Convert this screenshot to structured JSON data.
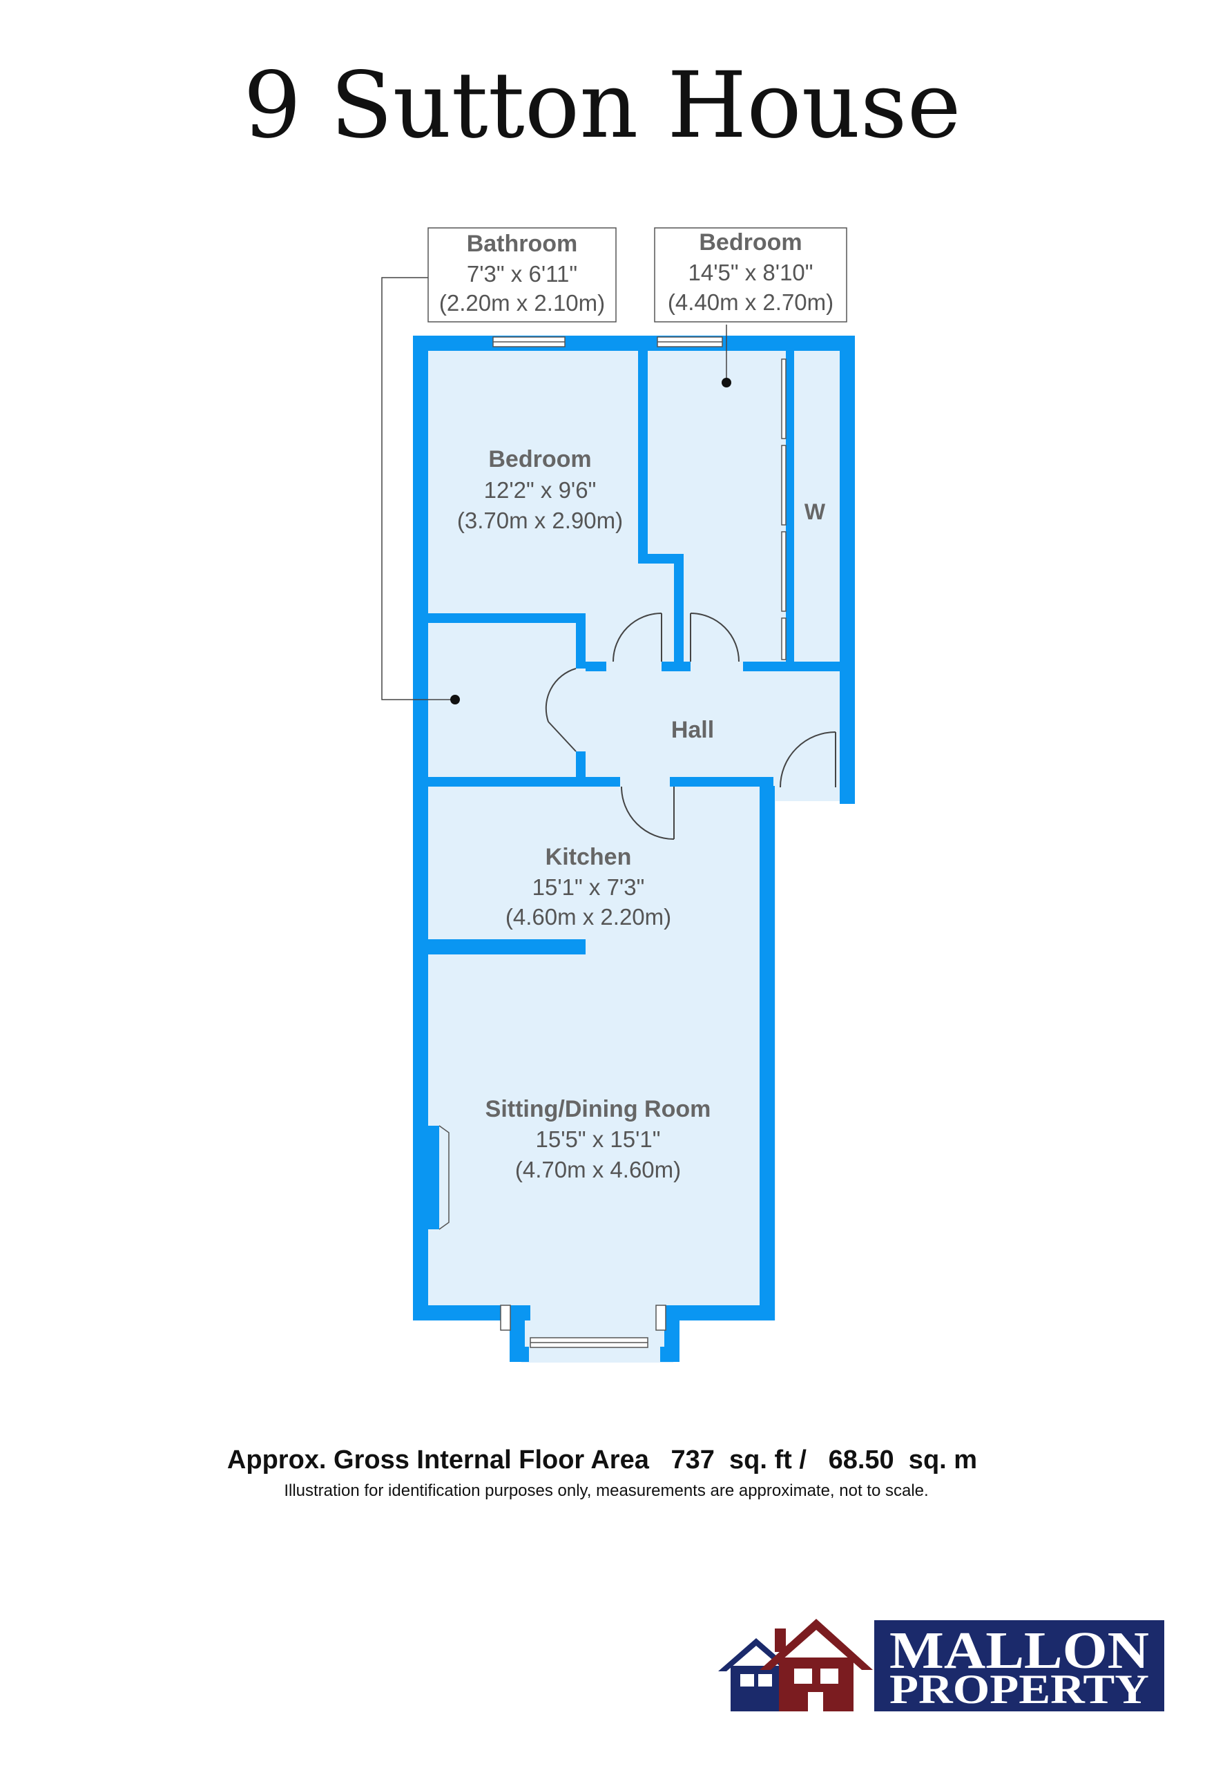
{
  "title": "9 Sutton House",
  "rooms": {
    "bathroom": {
      "name": "Bathroom",
      "imperial": "7'3\" x 6'11\"",
      "metric": "(2.20m x 2.10m)"
    },
    "bedroom_2": {
      "name": "Bedroom",
      "imperial": "14'5\" x 8'10\"",
      "metric": "(4.40m x 2.70m)"
    },
    "bedroom_1": {
      "name": "Bedroom",
      "imperial": "12'2\" x 9'6\"",
      "metric": "(3.70m x 2.90m)"
    },
    "hall": {
      "name": "Hall"
    },
    "kitchen": {
      "name": "Kitchen",
      "imperial": "15'1\" x 7'3\"",
      "metric": "(4.60m x 2.20m)"
    },
    "sitting_dining": {
      "name": "Sitting/Dining Room",
      "imperial": "15'5\" x 15'1\"",
      "metric": "(4.70m x 4.60m)"
    }
  },
  "wardrobe_label": "W",
  "area": "Approx. Gross Internal Floor Area   737  sq. ft /   68.50  sq. m",
  "disclaimer": "Illustration for identification purposes only, measurements are approximate, not to scale.",
  "logo": {
    "line1": "MALLON",
    "line2": "PROPERTY"
  },
  "colors": {
    "wall": "#0a96f2",
    "floor": "#e1f0fb",
    "logo_navy": "#1b2a6b",
    "logo_red": "#7b1c20"
  }
}
